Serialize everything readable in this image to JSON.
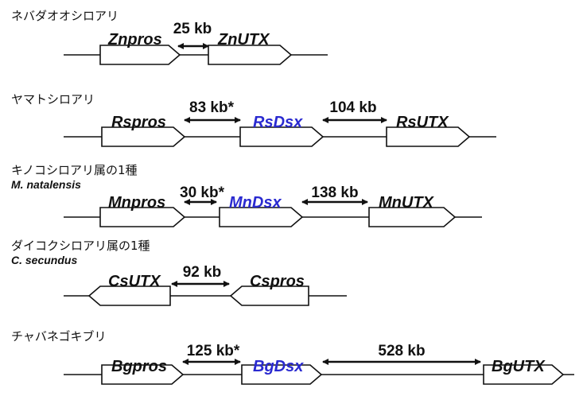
{
  "colors": {
    "normal_gene": "#111111",
    "dsx_gene": "#2a2ad0"
  },
  "tracks": [
    {
      "species": "ネバダオオシロアリ",
      "scientific": "",
      "genes": [
        {
          "name": "Znpros",
          "dsx": false
        },
        {
          "name": "ZnUTX",
          "dsx": false
        }
      ],
      "distances": [
        "25 kb"
      ]
    },
    {
      "species": "ヤマトシロアリ",
      "scientific": "",
      "genes": [
        {
          "name": "Rspros",
          "dsx": false
        },
        {
          "name": "RsDsx",
          "dsx": true
        },
        {
          "name": "RsUTX",
          "dsx": false
        }
      ],
      "distances": [
        "83 kb*",
        "104 kb"
      ]
    },
    {
      "species": "キノコシロアリ属の1種",
      "scientific": "M. natalensis",
      "genes": [
        {
          "name": "Mnpros",
          "dsx": false
        },
        {
          "name": "MnDsx",
          "dsx": true
        },
        {
          "name": "MnUTX",
          "dsx": false
        }
      ],
      "distances": [
        "30 kb*",
        "138 kb"
      ]
    },
    {
      "species": "ダイコクシロアリ属の1種",
      "scientific": "C. secundus",
      "genes": [
        {
          "name": "CsUTX",
          "dsx": false
        },
        {
          "name": "Cspros",
          "dsx": false
        }
      ],
      "distances": [
        "92 kb"
      ]
    },
    {
      "species": "チャバネゴキブリ",
      "scientific": "",
      "genes": [
        {
          "name": "Bgpros",
          "dsx": false
        },
        {
          "name": "BgDsx",
          "dsx": true
        },
        {
          "name": "BgUTX",
          "dsx": false
        }
      ],
      "distances": [
        "125 kb*",
        "528 kb"
      ]
    }
  ]
}
